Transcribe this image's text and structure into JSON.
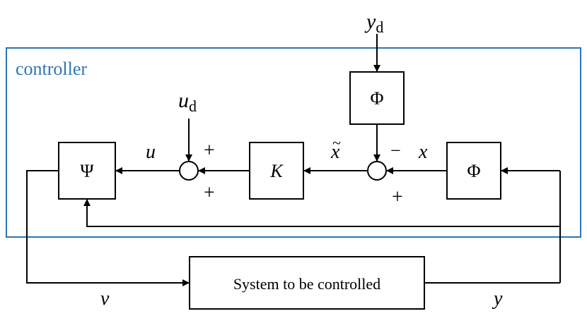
{
  "controller_label": "controller",
  "colors": {
    "frame": "#2E75B6",
    "label": "#2E75B6",
    "line": "#000000"
  },
  "blocks": {
    "phi_top": "Φ",
    "phi_right": "Φ",
    "gain": "K",
    "psi": "Ψ",
    "plant": "System to be controlled"
  },
  "signals": {
    "y_d": {
      "base": "y",
      "sub": "d"
    },
    "u_d": {
      "base": "u",
      "sub": "d"
    },
    "u": "u",
    "x_tilde": "x",
    "x_tilde_mark": "~",
    "x": "x",
    "v": "v",
    "y": "y"
  },
  "signs": {
    "sum_left_top": "+",
    "sum_left_bottom": "+",
    "sum_right_top": "−",
    "sum_right_bottom": "+"
  }
}
